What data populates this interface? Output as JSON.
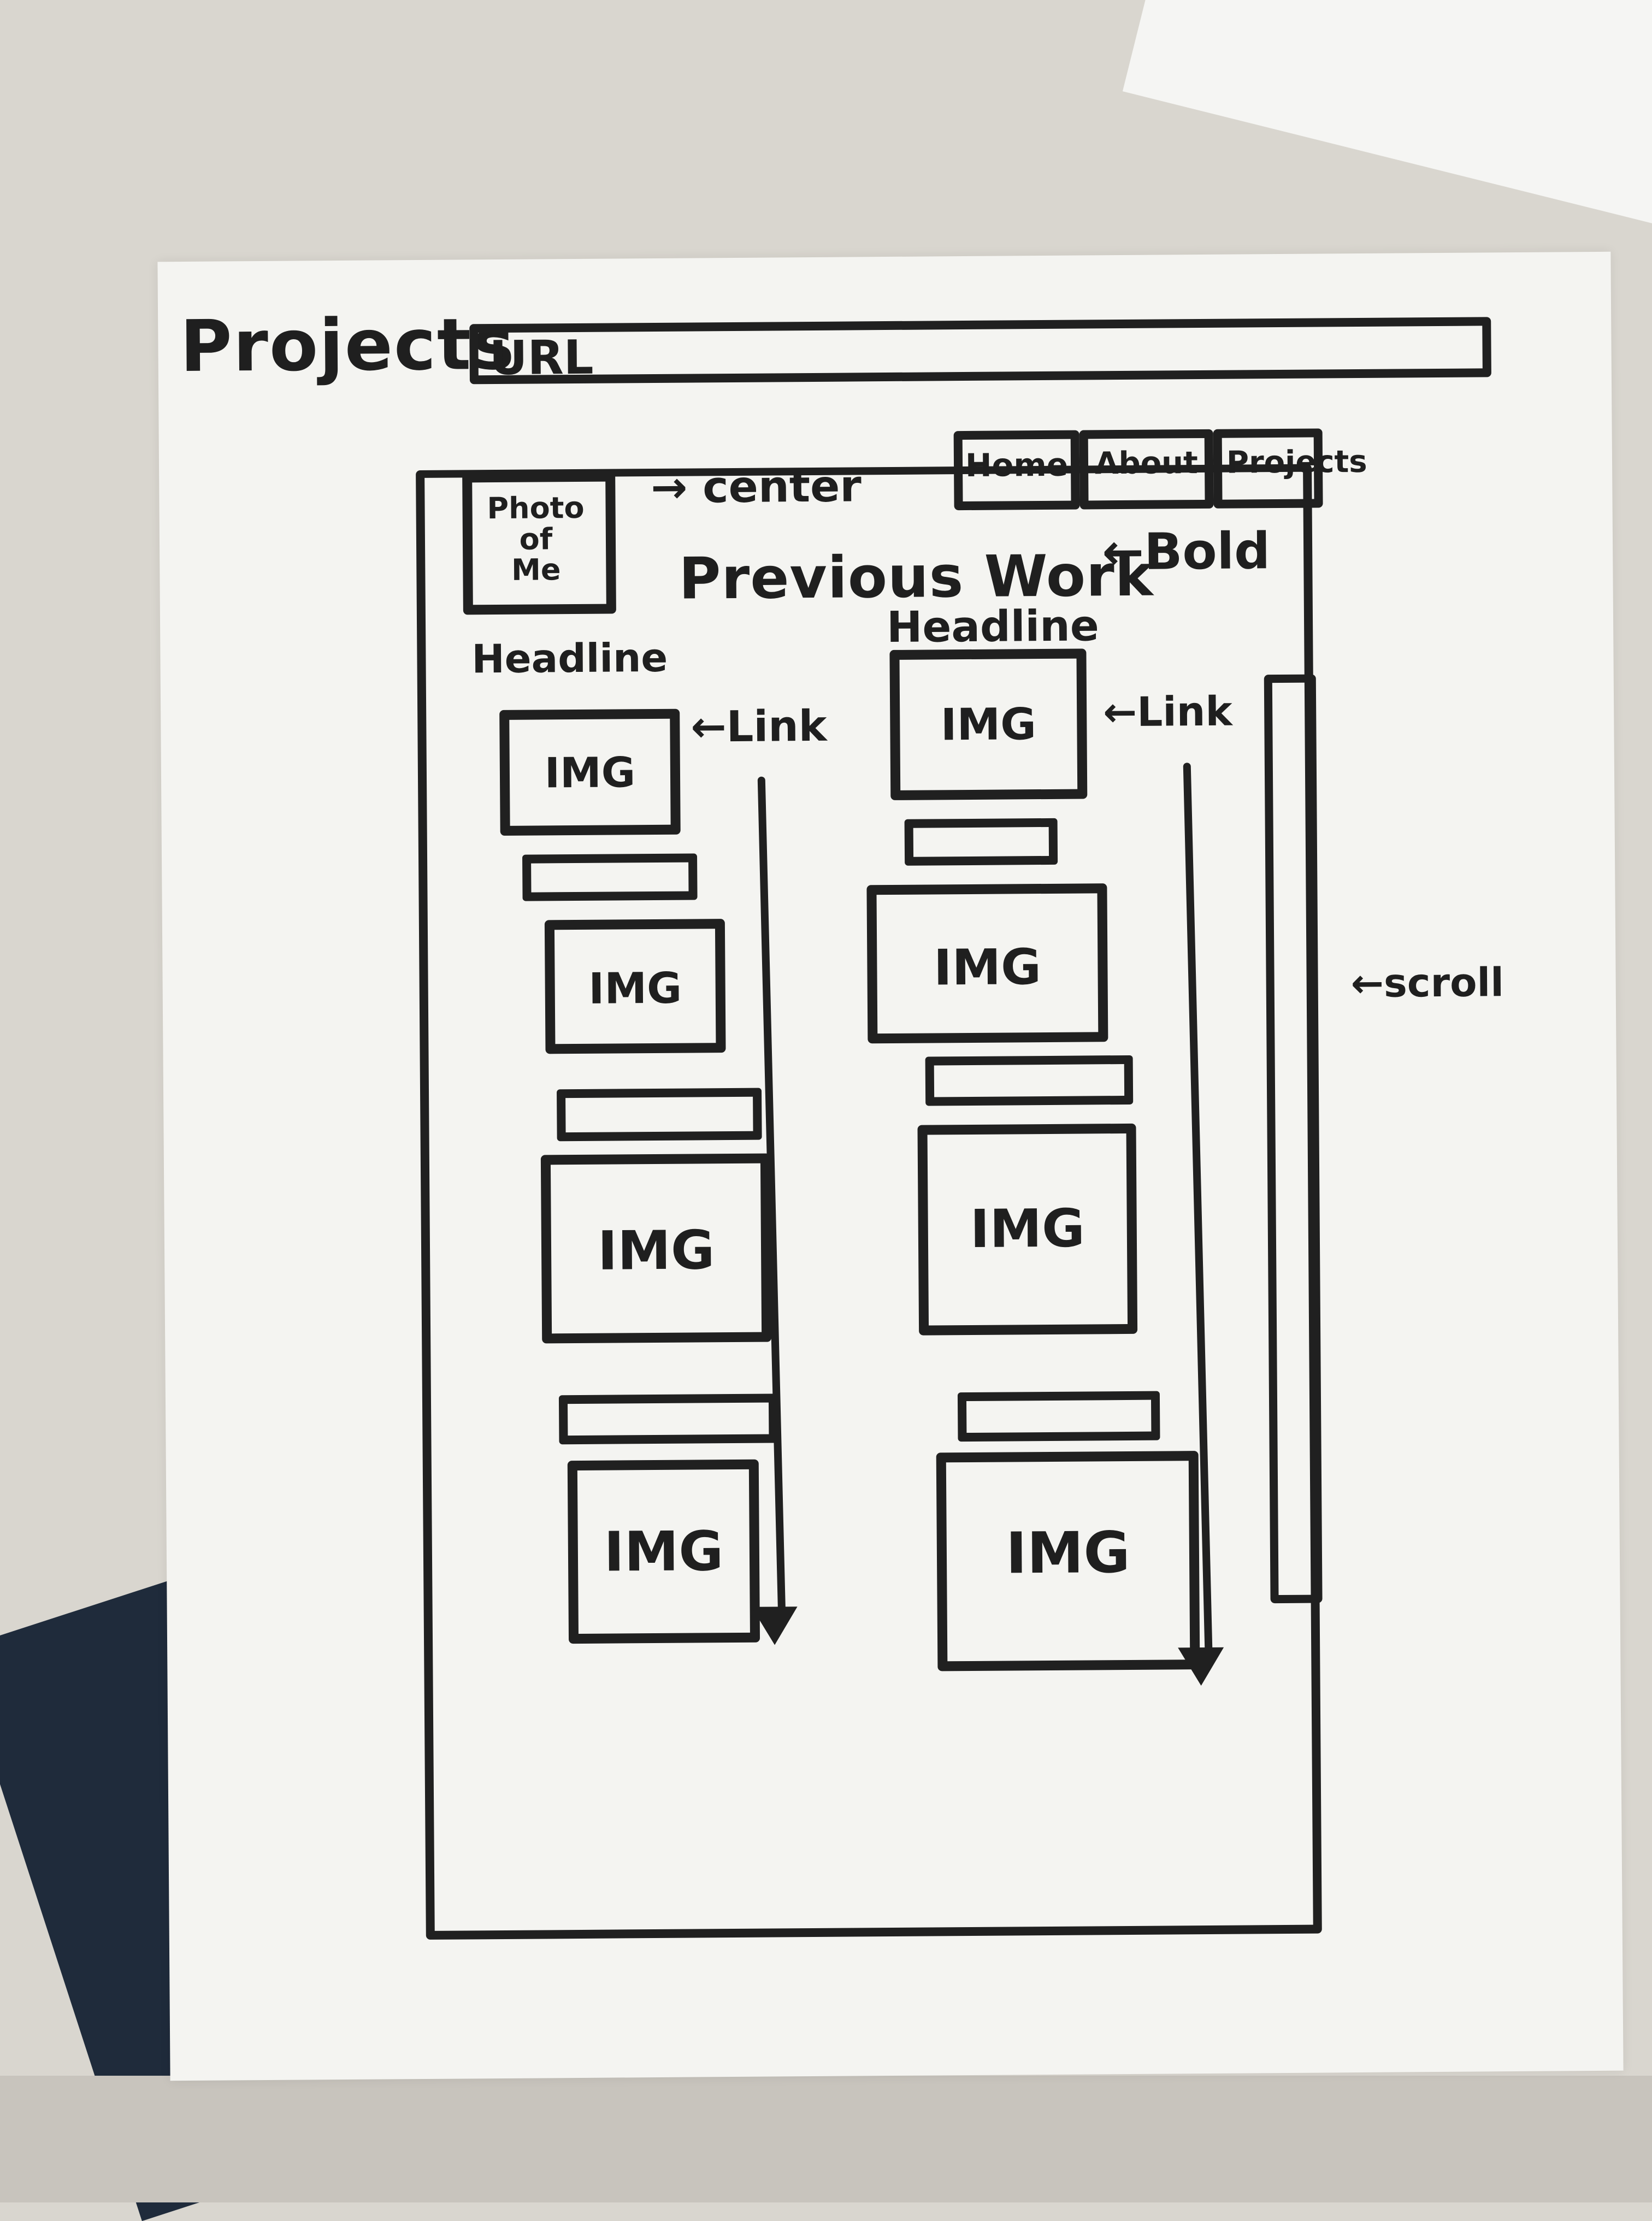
{
  "sketch": {
    "title": "Projects",
    "url_label": "URL",
    "nav": {
      "home": "Home",
      "about": "About",
      "projects": "Projects"
    },
    "photo_label": "Photo\nof\nMe",
    "center_note": "→ center",
    "heading": "Previous Work",
    "bold_note": "←Bold",
    "headline_left": "Headline",
    "headline_right": "Headline",
    "link_left_note": "←Link",
    "link_right_note": "←Link",
    "scroll_note": "←scroll",
    "img_label": "IMG"
  }
}
